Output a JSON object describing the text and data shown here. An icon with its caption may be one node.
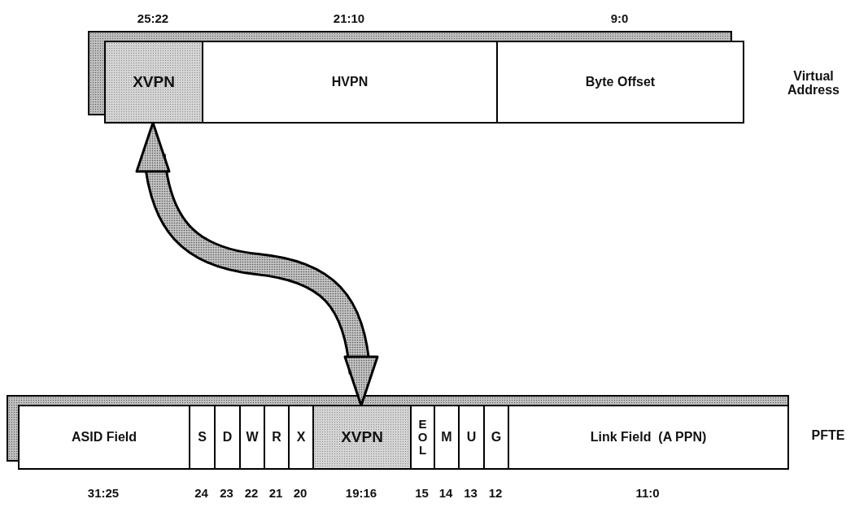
{
  "diagram": {
    "nodes": [
      {
        "text": [
          "XVPN"
        ],
        "beside": [
          "25:22"
        ]
      },
      {
        "text": [
          "HVPN"
        ],
        "beside": [
          "21:10"
        ]
      },
      {
        "text": [
          "Byte Offset"
        ],
        "beside": [
          "9:0"
        ]
      },
      {
        "text": [
          "ASID Field"
        ],
        "beside": [
          "31:25"
        ]
      },
      {
        "text": [
          "S"
        ],
        "beside": [
          "24"
        ]
      },
      {
        "text": [
          "D"
        ],
        "beside": [
          "23"
        ]
      },
      {
        "text": [
          "W"
        ],
        "beside": [
          "22"
        ]
      },
      {
        "text": [
          "R"
        ],
        "beside": [
          "21"
        ]
      },
      {
        "text": [
          "X"
        ],
        "beside": [
          "20"
        ]
      },
      {
        "text": [
          "XVPN"
        ],
        "beside": [
          "19:16"
        ]
      },
      {
        "text": [
          "EOL"
        ],
        "beside": [
          "15"
        ]
      },
      {
        "text": [
          "M"
        ],
        "beside": [
          "14"
        ]
      },
      {
        "text": [
          "U"
        ],
        "beside": [
          "13"
        ]
      },
      {
        "text": [
          "G"
        ],
        "beside": [
          "12"
        ]
      },
      {
        "text": [
          "Link Field  (A PPN)"
        ],
        "beside": [
          "11:0"
        ]
      }
    ],
    "edges": [
      {
        "from": 0,
        "to": 9,
        "arrow": "both",
        "style": "thick"
      }
    ],
    "labels": [
      "Virtual Address",
      "PFTE"
    ]
  }
}
